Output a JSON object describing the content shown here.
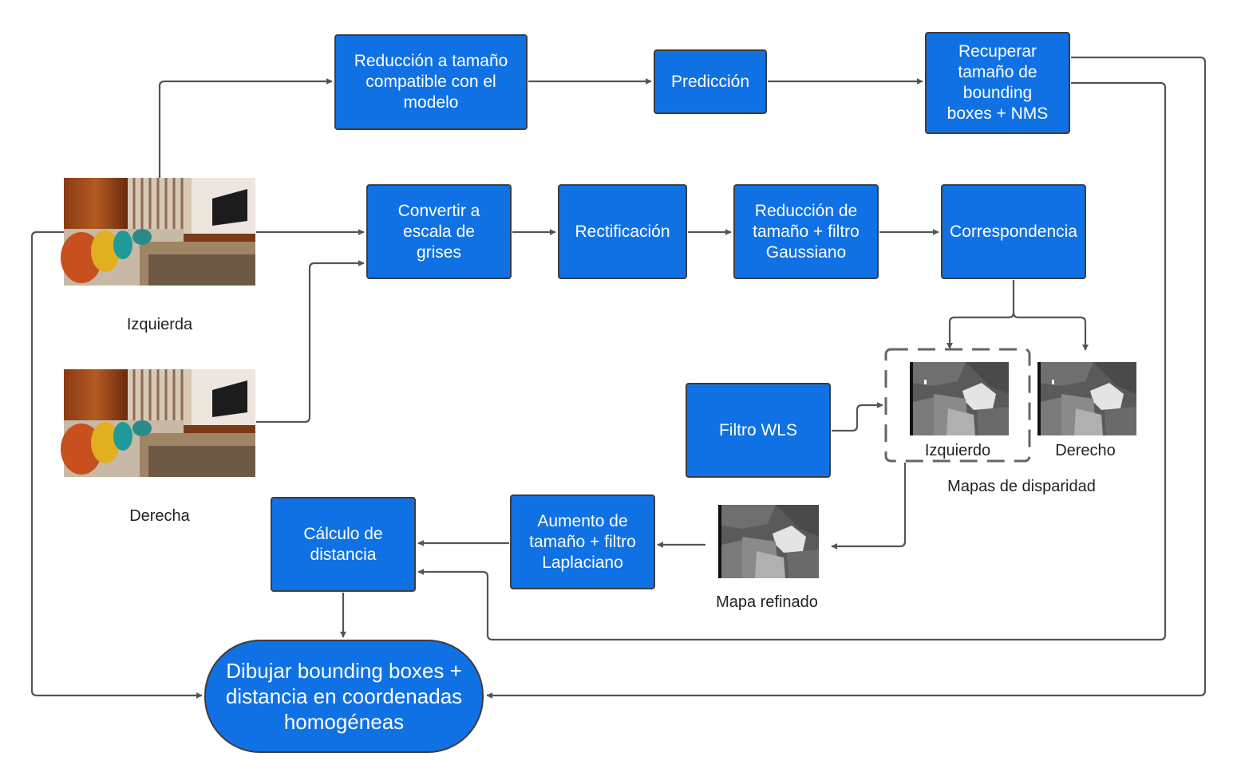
{
  "boxes": {
    "reduccion_modelo": "Reducción a tamaño\ncompatible con el\nmodelo",
    "prediccion": "Predicción",
    "recuperar": "Recuperar\ntamaño de\nbounding\nboxes + NMS",
    "convertir": "Convertir a\nescala de\ngrises",
    "rectificacion": "Rectificación",
    "reduccion_filtro": "Reducción de\ntamaño + filtro\nGaussiano",
    "correspondencia": "Correspondencia",
    "filtro_wls": "Filtro WLS",
    "aumento": "Aumento de\ntamaño + filtro\nLaplaciano",
    "calculo": "Cálculo de\ndistancia",
    "dibujar": "Dibujar bounding boxes +\ndistancia en coordenadas\nhomogéneas"
  },
  "labels": {
    "izquierda": "Izquierda",
    "derecha": "Derecha",
    "izquierdo": "Izquierdo",
    "derecho": "Derecho",
    "mapas": "Mapas de disparidad",
    "refinado": "Mapa refinado"
  },
  "colors": {
    "box_fill": "#1071e5",
    "box_border": "#3d3d3d",
    "connector": "#555555"
  }
}
